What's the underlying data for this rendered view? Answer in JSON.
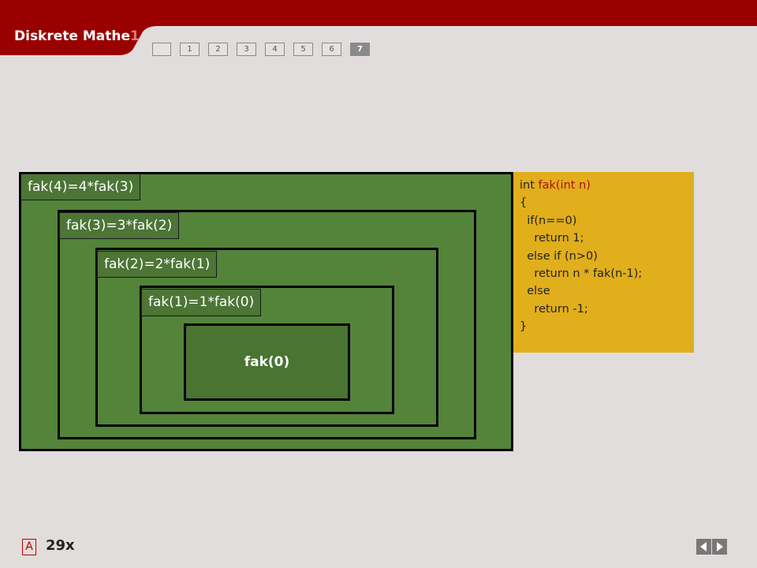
{
  "header": {
    "title": "Diskrete Mathe",
    "title_number": "1",
    "pages": [
      "",
      "1",
      "2",
      "3",
      "4",
      "5",
      "6",
      "7"
    ],
    "active_page": "7"
  },
  "recursion": {
    "labels": [
      "fak(4)=4*fak(3)",
      "fak(3)=3*fak(2)",
      "fak(2)=2*fak(1)",
      "fak(1)=1*fak(0)"
    ],
    "base": "fak(0)"
  },
  "code": {
    "lines": [
      {
        "pre": "int ",
        "red": "fak(int n)"
      },
      {
        "pre": "{",
        "red": ""
      },
      {
        "pre": "  if(n==0)",
        "red": ""
      },
      {
        "pre": "    return 1;",
        "red": ""
      },
      {
        "pre": "  else if (n>0)",
        "red": ""
      },
      {
        "pre": "    return n * fak(n-1);",
        "red": ""
      },
      {
        "pre": "  else",
        "red": ""
      },
      {
        "pre": "    return -1;",
        "red": ""
      },
      {
        "pre": "}",
        "red": ""
      }
    ]
  },
  "footer": {
    "marker": "A",
    "count": "29x"
  },
  "colors": {
    "header_red": "#9a0000",
    "outer_green": "#53843a",
    "inner_green": "#4a7432",
    "code_bg": "#e1ae1c",
    "page_bg": "#e1dddc"
  }
}
